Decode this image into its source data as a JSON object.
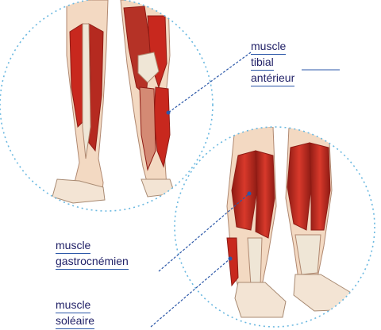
{
  "labels": {
    "tibial": {
      "line1": "muscle",
      "line2": "tibial",
      "line3": "antérieur"
    },
    "gastrocnemien": {
      "line1": "muscle",
      "line2": "gastrocnémien"
    },
    "soleaire": {
      "line1": "muscle",
      "line2": "soléaire"
    }
  },
  "colors": {
    "muscle_red": "#c8281e",
    "muscle_dark": "#8e1b14",
    "skin": "#f3d9c2",
    "bone": "#efe6d6",
    "circle_border": "#6ab8e0",
    "leader_line": "#2b57a8",
    "label_text": "#1f1f66"
  }
}
